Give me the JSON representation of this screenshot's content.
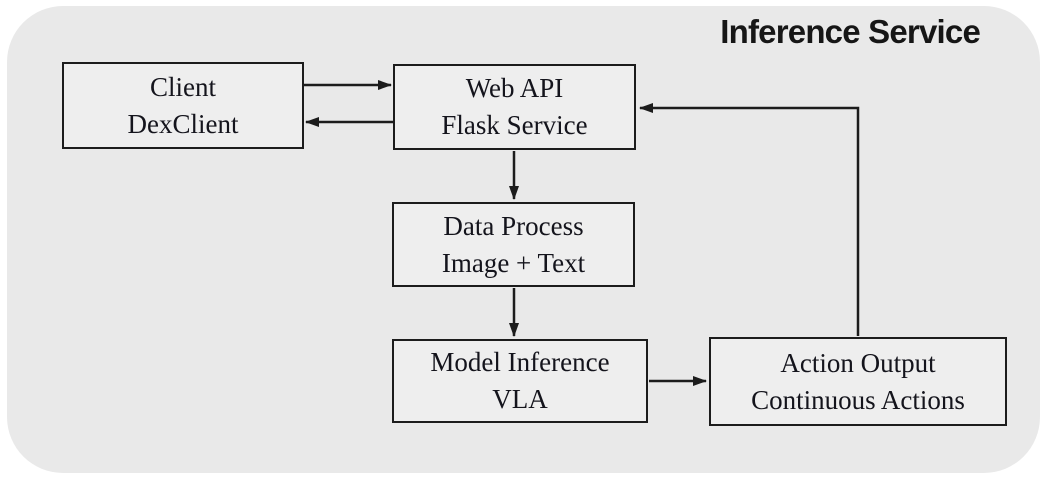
{
  "title": "Inference Service",
  "colors": {
    "panel_background": "#e9e9e9",
    "box_fill": "#eeeeee",
    "line_and_border": "#1c1c1c",
    "text": "#14141c"
  },
  "nodes": [
    {
      "id": "client",
      "line1": "Client",
      "line2": "DexClient"
    },
    {
      "id": "web-api",
      "line1": "Web API",
      "line2": "Flask Service"
    },
    {
      "id": "data-process",
      "line1": "Data Process",
      "line2": "Image + Text"
    },
    {
      "id": "model-inference",
      "line1": "Model Inference",
      "line2": "VLA"
    },
    {
      "id": "action-output",
      "line1": "Action Output",
      "line2": "Continuous Actions"
    }
  ],
  "edges": [
    {
      "from": "client",
      "to": "web-api",
      "direction": "right"
    },
    {
      "from": "web-api",
      "to": "client",
      "direction": "left"
    },
    {
      "from": "web-api",
      "to": "data-process",
      "direction": "down"
    },
    {
      "from": "data-process",
      "to": "model-inference",
      "direction": "down"
    },
    {
      "from": "model-inference",
      "to": "action-output",
      "direction": "right"
    },
    {
      "from": "action-output",
      "to": "web-api",
      "direction": "up-then-left-feedback"
    }
  ]
}
